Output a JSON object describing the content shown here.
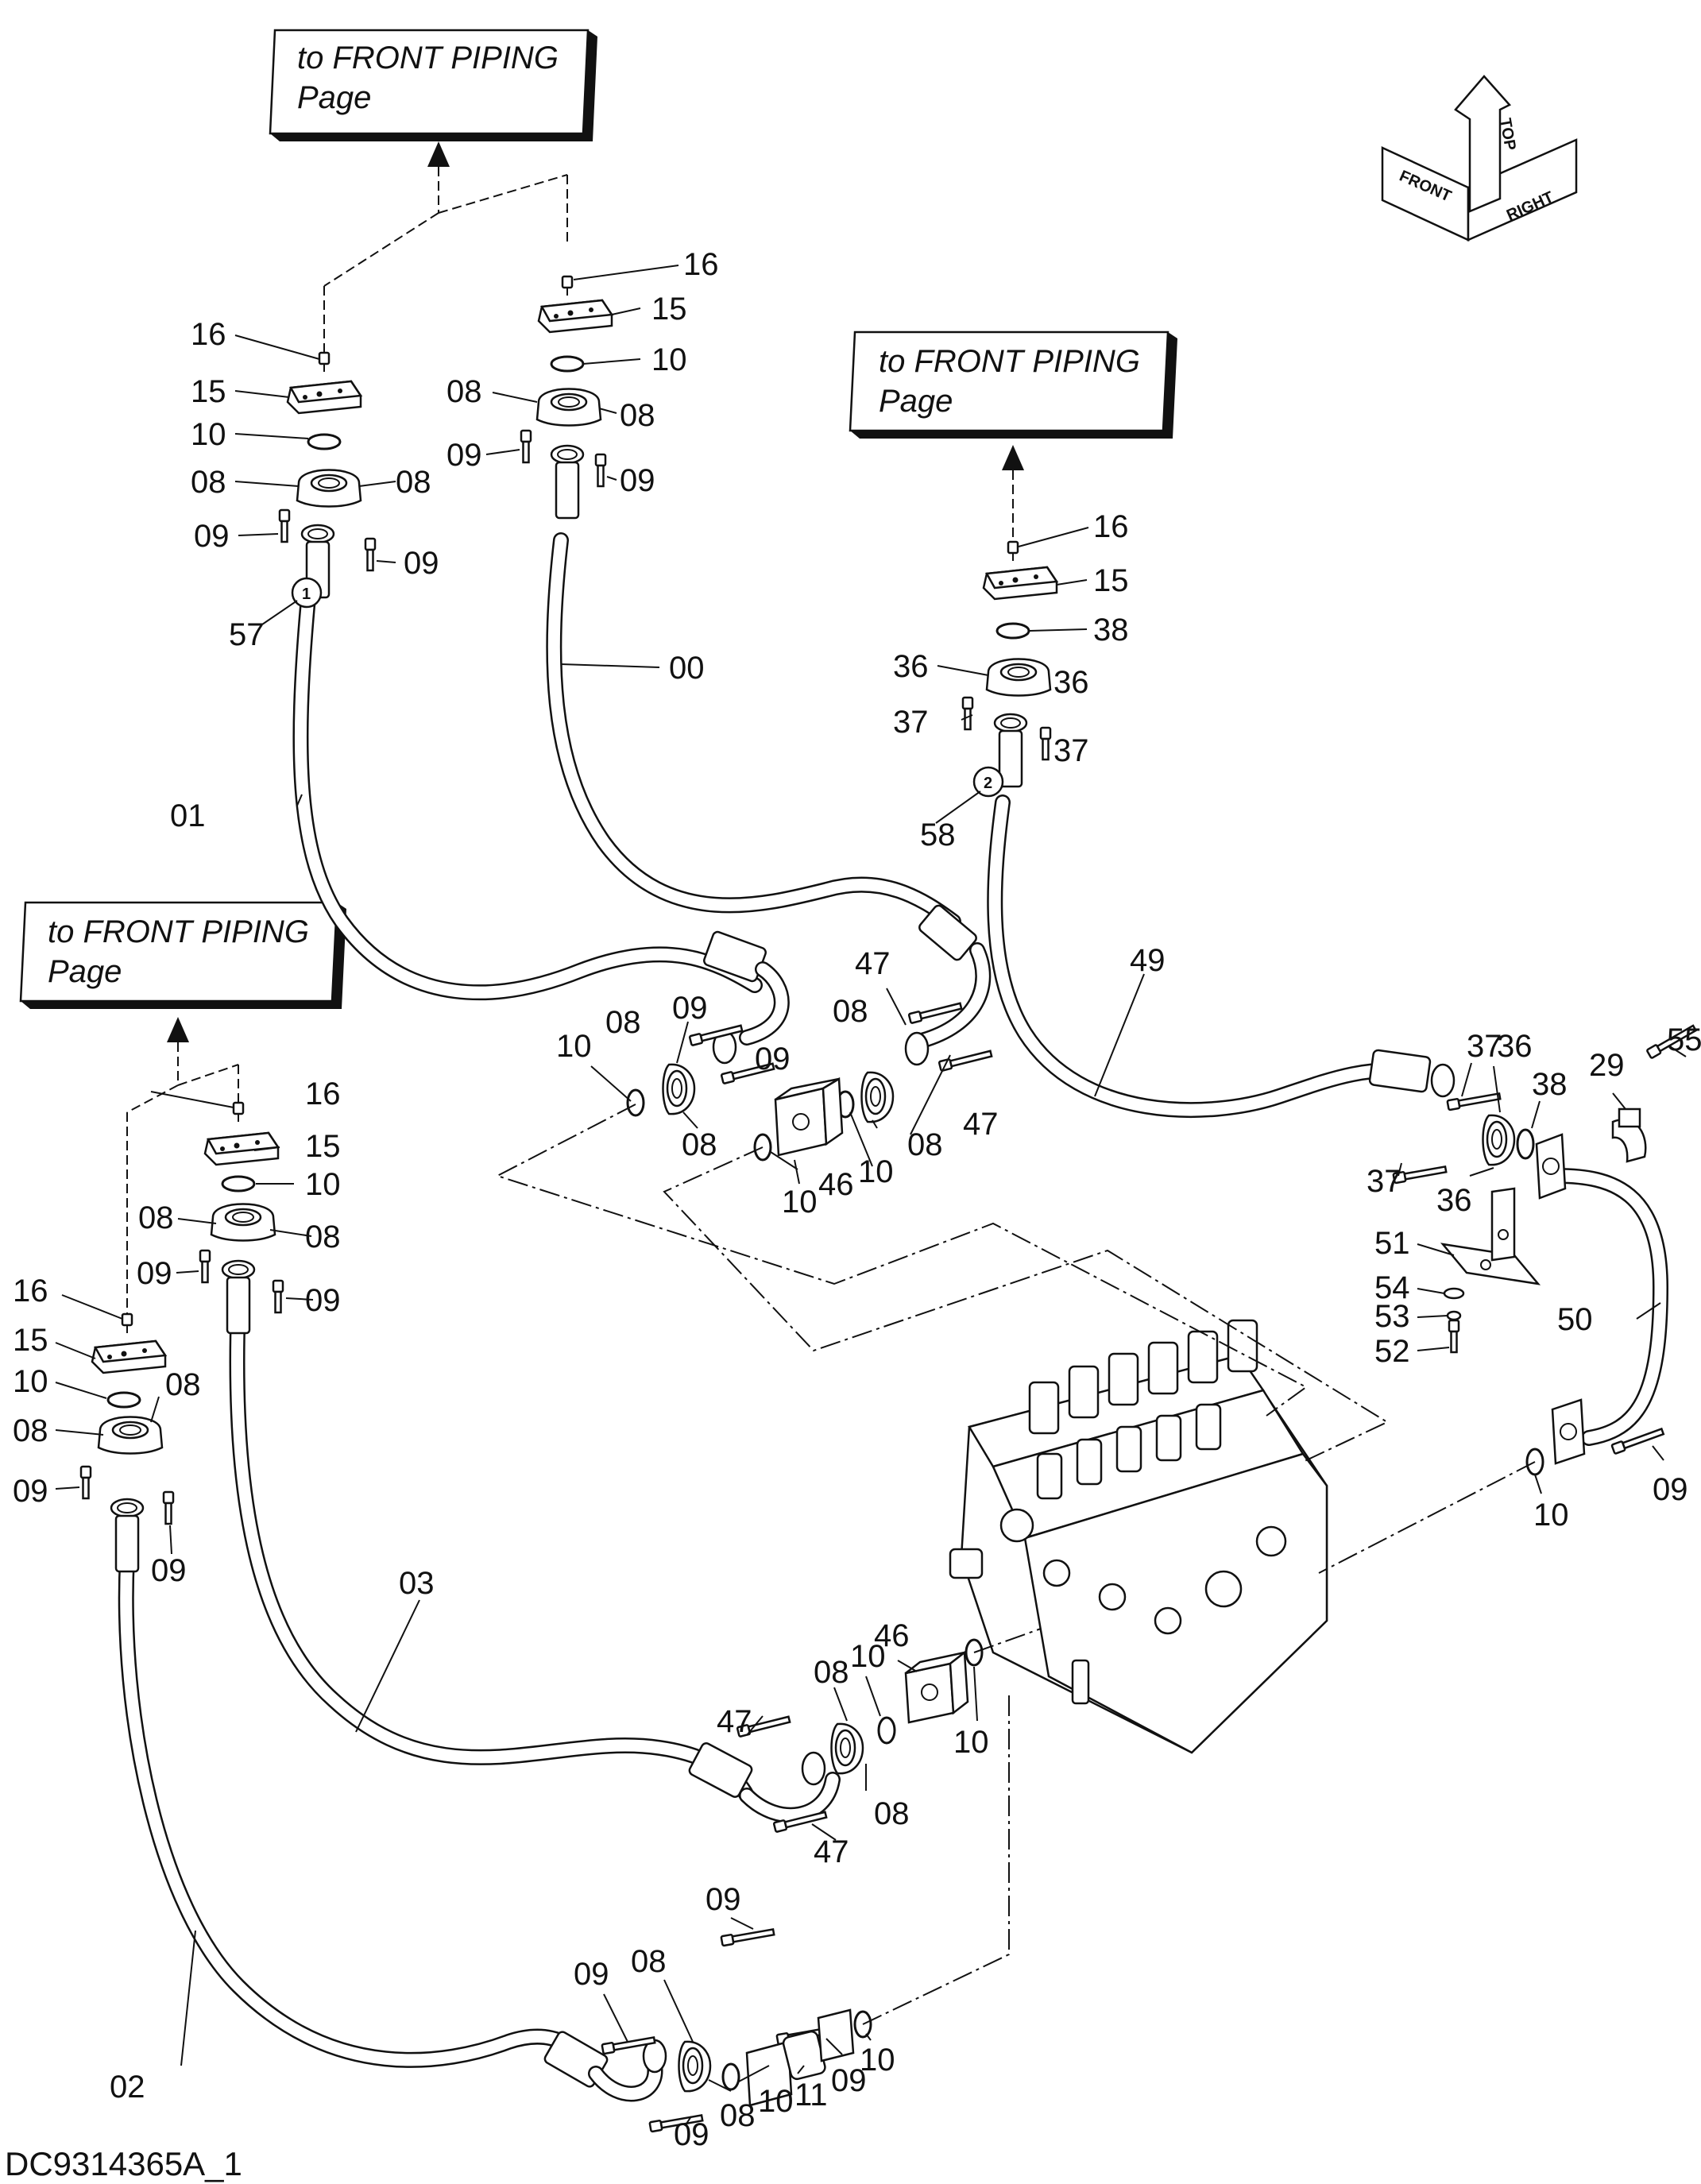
{
  "diagram_id": "DC9314365A_1",
  "reference_boxes": [
    {
      "id": "box-top",
      "line1": "to FRONT PIPING",
      "line2": "Page"
    },
    {
      "id": "box-right",
      "line1": "to FRONT PIPING",
      "line2": "Page"
    },
    {
      "id": "box-left",
      "line1": "to FRONT PIPING",
      "line2": "Page"
    }
  ],
  "orientation_indicator": {
    "front": "FRONT",
    "top": "TOP",
    "right": "RIGHT"
  },
  "part_numbers": {
    "p00": "00",
    "p01": "01",
    "p02": "02",
    "p03": "03",
    "p08": "08",
    "p09": "09",
    "p10": "10",
    "p11": "11",
    "p15": "15",
    "p16": "16",
    "p29": "29",
    "p36": "36",
    "p37": "37",
    "p38": "38",
    "p46": "46",
    "p47": "47",
    "p49": "49",
    "p50": "50",
    "p51": "51",
    "p52": "52",
    "p53": "53",
    "p54": "54",
    "p55": "55",
    "p57": "57",
    "p58": "58"
  }
}
